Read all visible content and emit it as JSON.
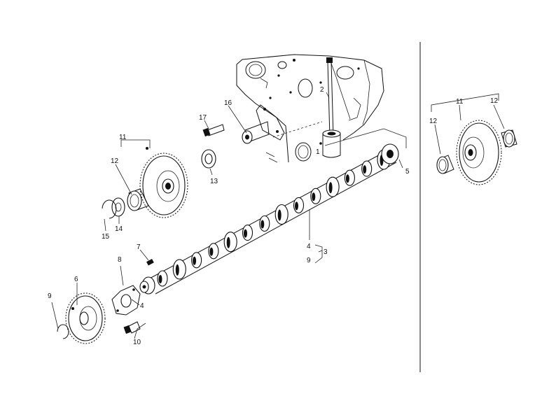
{
  "callouts": {
    "n1": "1",
    "n2": "2",
    "n3": "3",
    "n4": "4",
    "n4b": "4",
    "n5": "5",
    "n6": "6",
    "n7": "7",
    "n8": "8",
    "n9": "9",
    "n9b": "9",
    "n10": "10",
    "n11": "11",
    "n12": "12",
    "n13": "13",
    "n14": "14",
    "n15": "15",
    "n16": "16",
    "n17": "17",
    "inset_n11": "11",
    "inset_n12a": "12",
    "inset_n12b": "12"
  },
  "colors": {
    "ink": "#111111",
    "paper": "#ffffff"
  }
}
